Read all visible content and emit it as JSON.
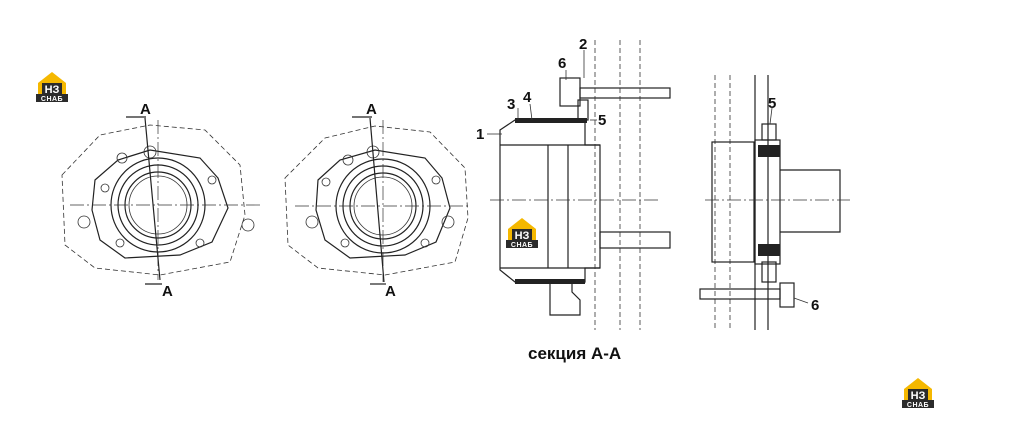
{
  "section_label": "A",
  "caption": "секция А-А",
  "logo": {
    "top_text": "НЗ",
    "bottom_text": "СНАБ",
    "accent": "#f5b800",
    "dark": "#2b2b2b"
  },
  "part_labels": {
    "p1": "1",
    "p2": "2",
    "p3": "3",
    "p4": "4",
    "p5_section": "5",
    "p6_section": "6",
    "p5_side": "5",
    "p6_side": "6"
  }
}
